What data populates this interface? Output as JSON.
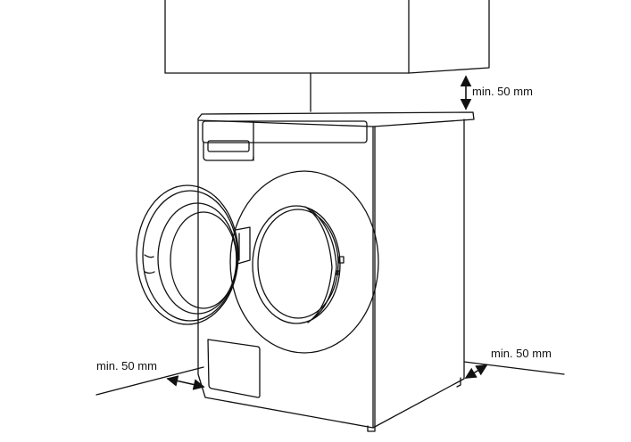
{
  "labels": {
    "top_clearance": "min. 50 mm",
    "left_clearance": "min. 50 mm",
    "right_clearance": "min. 50 mm"
  },
  "colors": {
    "line": "#111111",
    "background": "#ffffff"
  }
}
